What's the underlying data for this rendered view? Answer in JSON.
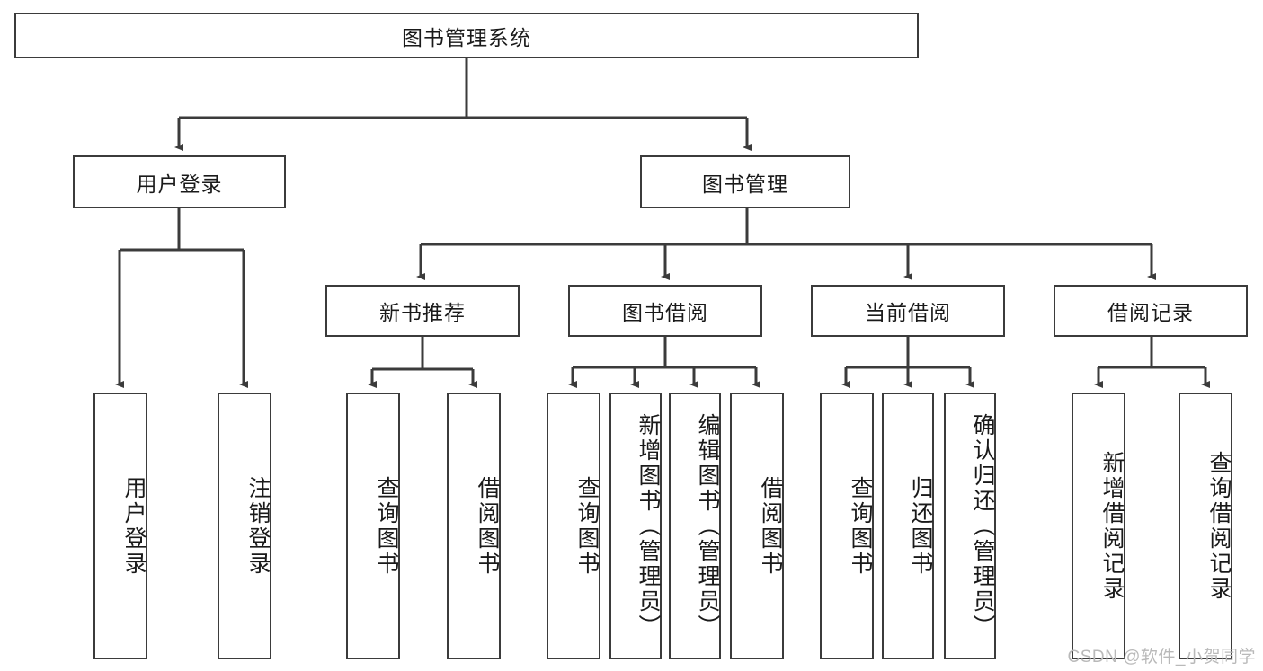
{
  "diagram": {
    "type": "tree",
    "title_text": "图书管理系统",
    "watermark": "CSDN @软件_小贺同学",
    "colors": {
      "box_border": "#3b3b3b",
      "box_fill": "#ffffff",
      "connector": "#3b3b3b",
      "text": "#1a1a1a",
      "watermark": "#b9b9b9",
      "background": "#ffffff"
    },
    "root": {
      "label": "图书管理系统"
    },
    "level2": [
      {
        "label": "用户登录"
      },
      {
        "label": "图书管理"
      }
    ],
    "level3": [
      {
        "label": "新书推荐"
      },
      {
        "label": "图书借阅"
      },
      {
        "label": "当前借阅"
      },
      {
        "label": "借阅记录"
      }
    ],
    "leaves": {
      "user_login": [
        {
          "label": "用户登录"
        },
        {
          "label": "注销登录"
        }
      ],
      "new_book": [
        {
          "label": "查询图书"
        },
        {
          "label": "借阅图书"
        }
      ],
      "borrow_book": [
        {
          "label": "查询图书"
        },
        {
          "label": "新增图书（管理员）"
        },
        {
          "label": "编辑图书（管理员）"
        },
        {
          "label": "借阅图书"
        }
      ],
      "current_borrow": [
        {
          "label": "查询图书"
        },
        {
          "label": "归还图书"
        },
        {
          "label": "确认归还（管理员）"
        }
      ],
      "borrow_record": [
        {
          "label": "新增借阅记录"
        },
        {
          "label": "查询借阅记录"
        }
      ]
    }
  }
}
